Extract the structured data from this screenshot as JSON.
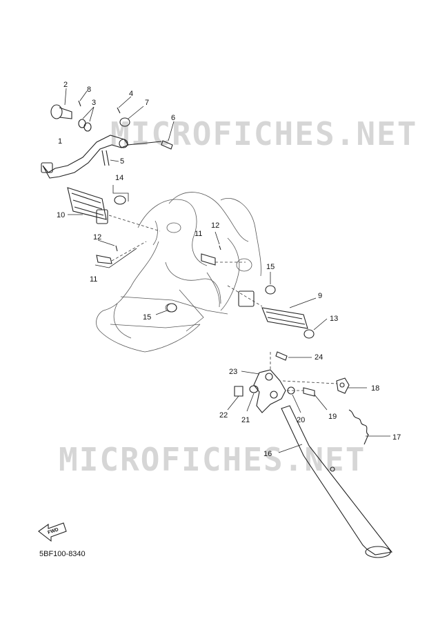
{
  "watermark": {
    "text_top": "MICROFICHES.NET",
    "text_bottom": "MICROFICHES.NET"
  },
  "callouts": {
    "c1": "1",
    "c2": "2",
    "c3": "3",
    "c4": "4",
    "c5": "5",
    "c6": "6",
    "c7": "7",
    "c8": "8",
    "c9": "9",
    "c10": "10",
    "c11a": "11",
    "c11b": "11",
    "c12a": "12",
    "c12b": "12",
    "c13": "13",
    "c14": "14",
    "c15a": "15",
    "c15b": "15",
    "c16": "16",
    "c17": "17",
    "c18": "18",
    "c19": "19",
    "c20": "20",
    "c21": "21",
    "c22": "22",
    "c23": "23",
    "c24": "24"
  },
  "fwd_label": "FWD",
  "diagram_code": "5BF100-8340"
}
